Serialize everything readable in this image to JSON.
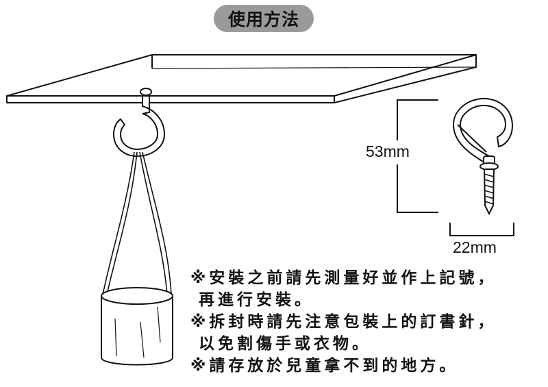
{
  "title": "使用方法",
  "dimensions": {
    "height": "53mm",
    "width": "22mm"
  },
  "notes": [
    {
      "mark": "※",
      "line1": "安裝之前請先測量好並作上記號，",
      "line2": "再進行安裝。"
    },
    {
      "mark": "※",
      "line1": "拆封時請先注意包裝上的訂書針，",
      "line2": "以免割傷手或衣物。"
    },
    {
      "mark": "※",
      "line1": "請存放於兒童拿不到的地方。"
    }
  ],
  "colors": {
    "title_pill": "#9a9a9a",
    "ink": "#111111"
  }
}
